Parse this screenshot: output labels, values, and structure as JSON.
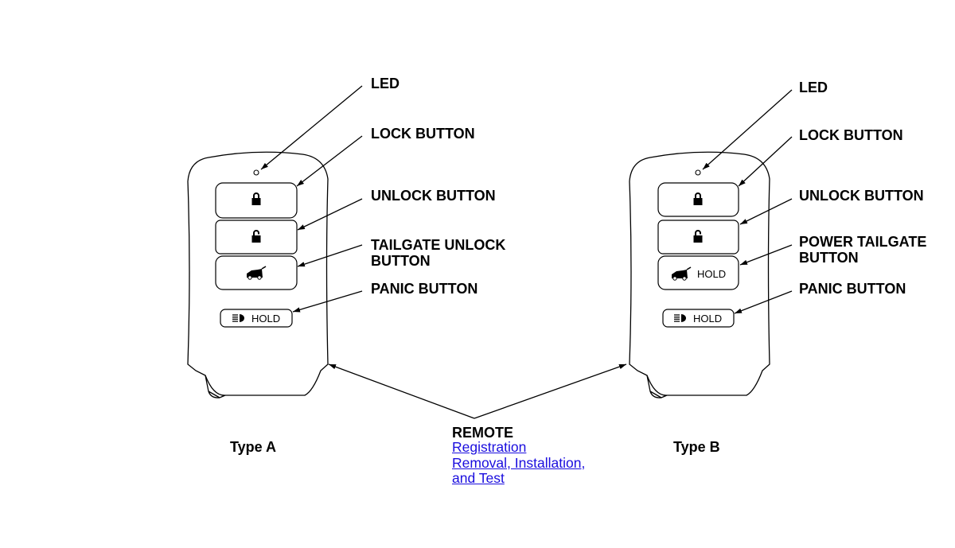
{
  "type_a": {
    "caption": "Type A",
    "labels": {
      "led": "LED",
      "lock": "LOCK BUTTON",
      "unlock": "UNLOCK BUTTON",
      "tailgate_line1": "TAILGATE UNLOCK",
      "tailgate_line2": "BUTTON",
      "panic": "PANIC BUTTON"
    },
    "panic_key_text": "HOLD"
  },
  "type_b": {
    "caption": "Type B",
    "labels": {
      "led": "LED",
      "lock": "LOCK BUTTON",
      "unlock": "UNLOCK BUTTON",
      "tailgate_line1": "POWER TAILGATE",
      "tailgate_line2": "BUTTON",
      "panic": "PANIC BUTTON"
    },
    "tailgate_key_text": "HOLD",
    "panic_key_text": "HOLD"
  },
  "remote": {
    "title": "REMOTE",
    "links": [
      "Registration",
      "Removal, Installation,",
      "and Test"
    ]
  },
  "icons": [
    "led-indicator-icon",
    "lock-icon",
    "unlock-icon",
    "tailgate-car-icon",
    "headlight-icon"
  ]
}
